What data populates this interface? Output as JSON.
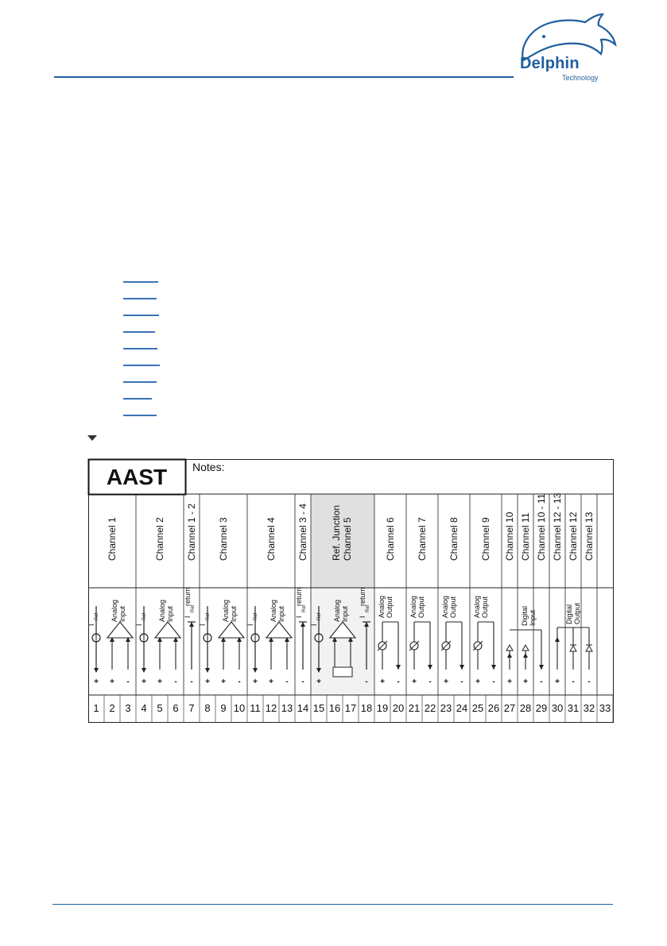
{
  "header": {
    "logo_name": "Delphin",
    "logo_sub": "Technology"
  },
  "links": {
    "count": 9,
    "widths": [
      44,
      42,
      45,
      40,
      43,
      46,
      42,
      36,
      42
    ]
  },
  "diagram": {
    "module_name": "AAST",
    "notes_label": "Notes:",
    "channels": [
      {
        "label": "Channel 1",
        "span": [
          1,
          3
        ]
      },
      {
        "label": "Channel 2",
        "span": [
          4,
          6
        ]
      },
      {
        "label": "Channel 1 - 2",
        "span": [
          7,
          7
        ]
      },
      {
        "label": "Channel 3",
        "span": [
          8,
          10
        ]
      },
      {
        "label": "Channel 4",
        "span": [
          11,
          13
        ]
      },
      {
        "label": "Channel 3 - 4",
        "span": [
          14,
          14
        ]
      },
      {
        "label": "Ref. Junction",
        "label2": "Channel 5",
        "span": [
          15,
          18
        ],
        "shaded": true
      },
      {
        "label": "Channel 6",
        "span": [
          19,
          20
        ]
      },
      {
        "label": "Channel 7",
        "span": [
          21,
          22
        ]
      },
      {
        "label": "Channel 8",
        "span": [
          23,
          24
        ]
      },
      {
        "label": "Channel 9",
        "span": [
          25,
          26
        ]
      },
      {
        "label": "Channel 10",
        "span": [
          27,
          27
        ]
      },
      {
        "label": "Channel 11",
        "span": [
          28,
          28
        ]
      },
      {
        "label": "Channel 10 - 11",
        "span": [
          29,
          29
        ]
      },
      {
        "label": "Channel 12 - 13",
        "span": [
          30,
          30
        ]
      },
      {
        "label": "Channel 12",
        "span": [
          31,
          31
        ]
      },
      {
        "label": "Channel 13",
        "span": [
          32,
          32
        ]
      }
    ],
    "symbol_labels": {
      "iref": "I",
      "iref_sub": "Ref",
      "return": "return",
      "analog": "Analog",
      "input": "Input",
      "output": "Output",
      "digital": "Digital"
    },
    "polarity": [
      "+",
      "+",
      "-",
      "+",
      "+",
      "-",
      "-",
      "+",
      "+",
      "-",
      "+",
      "+",
      "-",
      "-",
      "+",
      "",
      "",
      "-",
      "+",
      "-",
      "+",
      "-",
      "+",
      "-",
      "+",
      "-",
      "+",
      "+",
      "-",
      "+",
      "-",
      "-",
      ""
    ],
    "terminals": [
      "1",
      "2",
      "3",
      "4",
      "5",
      "6",
      "7",
      "8",
      "9",
      "10",
      "11",
      "12",
      "13",
      "14",
      "15",
      "16",
      "17",
      "18",
      "19",
      "20",
      "21",
      "22",
      "23",
      "24",
      "25",
      "26",
      "27",
      "28",
      "29",
      "30",
      "31",
      "32",
      "33"
    ]
  }
}
